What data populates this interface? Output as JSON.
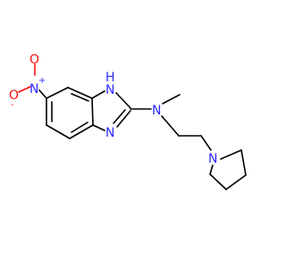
{
  "molecule": {
    "atoms": {
      "nitro_o_minus": "O",
      "nitro_o_minus_charge": "-",
      "nitro_n": "N",
      "nitro_n_charge": "+",
      "nitro_o_double": "O",
      "imidazole_nh": "N",
      "imidazole_nh_h": "H",
      "imidazole_n": "N",
      "amine_n": "N",
      "pyrrolidine_n": "N"
    },
    "colors": {
      "carbon_bond": "#000000",
      "nitrogen": "#2c2cff",
      "oxygen": "#ff0d0d",
      "background": "#ffffff"
    }
  }
}
